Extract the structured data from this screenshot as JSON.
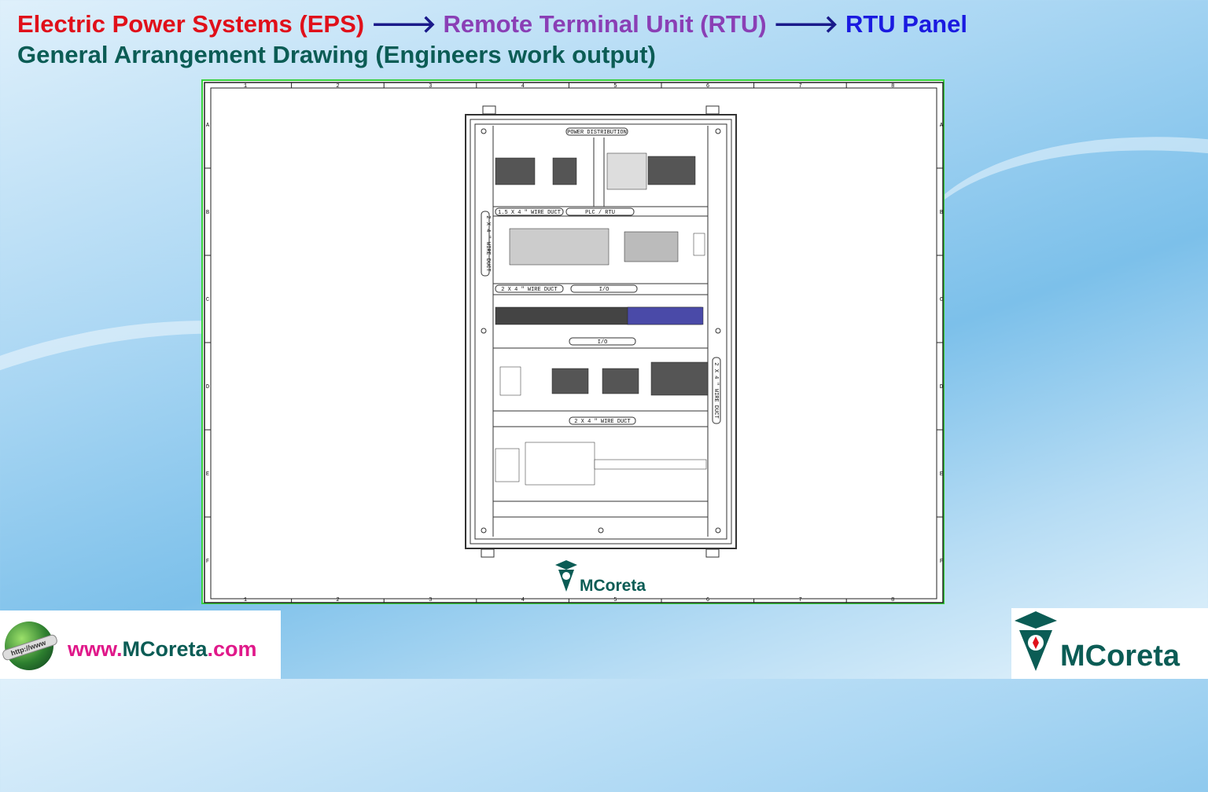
{
  "header": {
    "crumb1": "Electric Power Systems (EPS)",
    "crumb2": "Remote Terminal Unit (RTU)",
    "crumb3": "RTU Panel",
    "separator": "🡒",
    "subtitle": "General Arrangement Drawing (Engineers work output)"
  },
  "drawing": {
    "column_labels": [
      "1",
      "2",
      "3",
      "4",
      "5",
      "6",
      "7",
      "8"
    ],
    "row_labels": [
      "A",
      "B",
      "C",
      "D",
      "E",
      "F"
    ],
    "sections": {
      "power_distribution": "POWER DISTRIBUTION",
      "duct_top": "1.5 X 4 \" WIRE DUCT",
      "plc_rtu": "PLC / RTU",
      "duct_mid": "2 X 4 \" WIRE DUCT",
      "io1": "I/O",
      "io2": "I/O",
      "duct_bottom": "2 X 4 \" WIRE DUCT",
      "duct_left": "2 X 4 \" WIRE DUCT",
      "duct_right": "2 X 4 \" WIRE DUCT"
    },
    "logo_text": "MCoreta"
  },
  "footer": {
    "url_prefix": "www.",
    "url_brand": "MCoreta",
    "url_suffix": ".com",
    "globe_band": "http://www",
    "logo_text": "MCoreta"
  },
  "colors": {
    "red": "#e0101a",
    "purple": "#8a3fb5",
    "blue": "#1a1ae0",
    "brand_green": "#0b5c55",
    "pink": "#e0198a",
    "sheet_border": "#36d23b"
  }
}
